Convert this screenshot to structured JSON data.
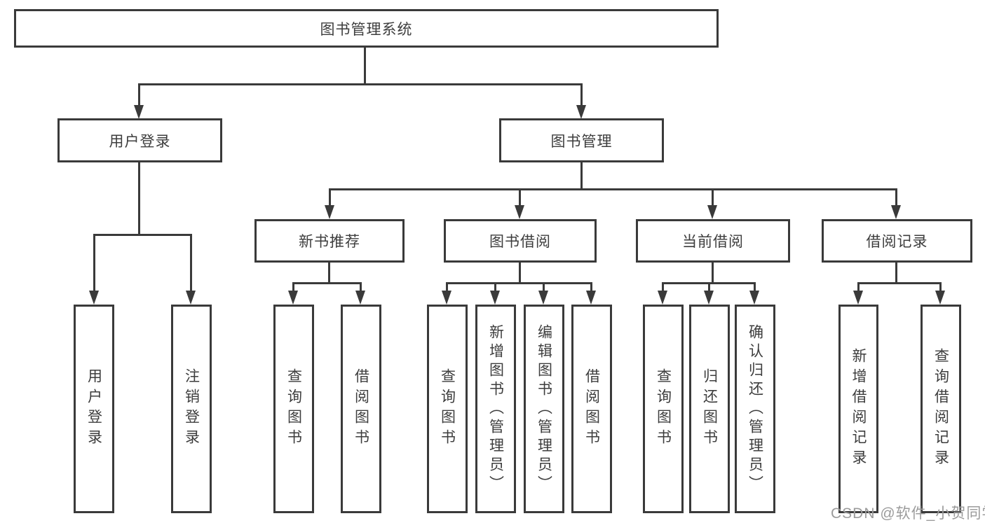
{
  "style": {
    "background": "#ffffff",
    "line_color": "#3a3a3a",
    "text_color": "#3d3d3d",
    "watermark_color": "#9b9b9b"
  },
  "watermark": {
    "text": "CSDN @软件_小贺同学"
  },
  "tree": {
    "root": {
      "label": "图书管理系统"
    },
    "branches": [
      {
        "label": "用户登录",
        "children": [
          "用户登录",
          "注销登录"
        ]
      },
      {
        "label": "图书管理",
        "groups": [
          {
            "label": "新书推荐",
            "children": [
              "查询图书",
              "借阅图书"
            ]
          },
          {
            "label": "图书借阅",
            "children": [
              "查询图书",
              "新增图书（管理员）",
              "编辑图书（管理员）",
              "借阅图书"
            ]
          },
          {
            "label": "当前借阅",
            "children": [
              "查询图书",
              "归还图书",
              "确认归还（管理员）"
            ]
          },
          {
            "label": "借阅记录",
            "children": [
              "新增借阅记录",
              "查询借阅记录"
            ]
          }
        ]
      }
    ]
  }
}
